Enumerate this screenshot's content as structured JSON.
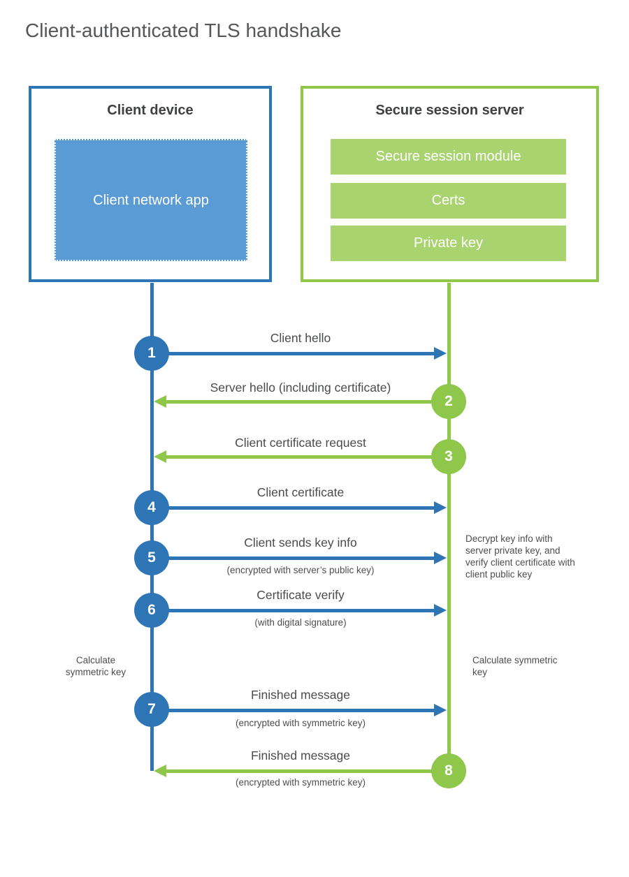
{
  "title": "Client-authenticated TLS handshake",
  "client": {
    "title": "Client device",
    "app_label": "Client network app"
  },
  "server": {
    "title": "Secure session server",
    "modules": [
      "Secure session module",
      "Certs",
      "Private key"
    ]
  },
  "steps": [
    {
      "num": "1",
      "label": "Client hello",
      "sub": "",
      "from": "client",
      "to": "server"
    },
    {
      "num": "2",
      "label": "Server hello (including certificate)",
      "sub": "",
      "from": "server",
      "to": "client"
    },
    {
      "num": "3",
      "label": "Client certificate request",
      "sub": "",
      "from": "server",
      "to": "client"
    },
    {
      "num": "4",
      "label": "Client certificate",
      "sub": "",
      "from": "client",
      "to": "server"
    },
    {
      "num": "5",
      "label": "Client sends key info",
      "sub": "(encrypted with server’s public key)",
      "from": "client",
      "to": "server"
    },
    {
      "num": "6",
      "label": "Certificate verify",
      "sub": "(with digital signature)",
      "from": "client",
      "to": "server"
    },
    {
      "num": "7",
      "label": "Finished message",
      "sub": "(encrypted with symmetric key)",
      "from": "client",
      "to": "server"
    },
    {
      "num": "8",
      "label": "Finished message",
      "sub": "(encrypted with symmetric key)",
      "from": "server",
      "to": "client"
    }
  ],
  "annotations": {
    "decrypt_note": "Decrypt key info with server private key, and verify client certificate with client public key",
    "calc_left": "Calculate symmetric key",
    "calc_right": "Calculate symmetric key"
  },
  "colors": {
    "blue": "#2E75B6",
    "blue_light": "#5B9BD5",
    "green": "#8FC74A",
    "green_light": "#A9D36E",
    "heading_text": "#3F4042",
    "label_text": "#4A4B4D",
    "title_text": "#55565A"
  }
}
